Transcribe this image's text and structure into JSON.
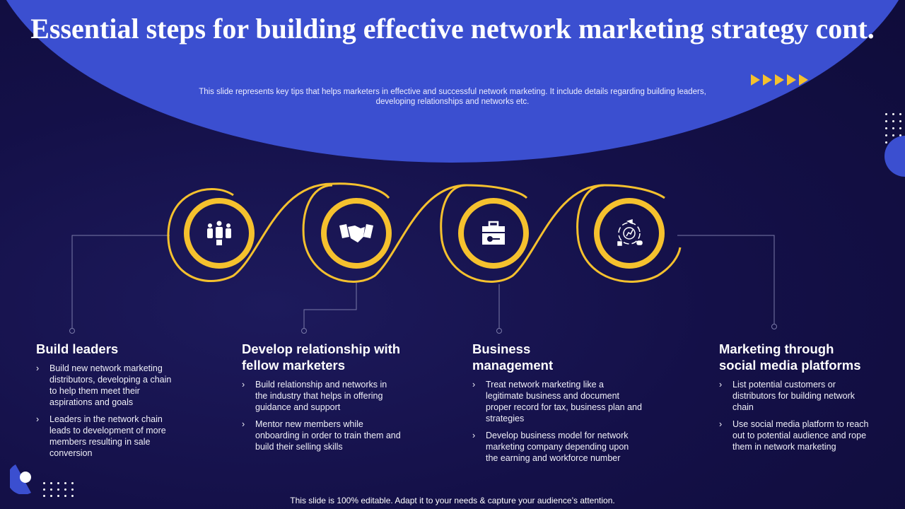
{
  "title": "Essential steps for building effective network marketing strategy cont.",
  "subtitle": "This slide represents key tips that helps marketers in effective and successful network marketing. It include details regarding building leaders, developing relationships and networks etc.",
  "colors": {
    "accent": "#f5c12e",
    "blue": "#3b4fd0",
    "bg": "#120f45"
  },
  "steps": [
    {
      "icon": "team-leader-icon",
      "title": "Build leaders",
      "bullets": [
        "Build new network marketing distributors, developing a chain to help them meet their aspirations and goals",
        "Leaders in the network chain leads to development of more members resulting in sale conversion"
      ]
    },
    {
      "icon": "handshake-icon",
      "title": "Develop relationship with fellow marketers",
      "bullets": [
        "Build relationship and networks in the industry that helps in offering guidance and support",
        "Mentor new members while onboarding in order to train them and build their selling skills"
      ]
    },
    {
      "icon": "toolbox-gear-icon",
      "title": "Business management",
      "bullets": [
        "Treat network marketing like a legitimate business and document proper record for tax, business plan and strategies",
        "Develop business model for network marketing company depending upon the earning and workforce number"
      ]
    },
    {
      "icon": "social-media-marketing-icon",
      "title": "Marketing through social media platforms",
      "bullets": [
        "List potential customers or distributors for building network chain",
        "Use social media platform to reach out to potential audience and rope them in network marketing"
      ]
    }
  ],
  "footer": "This slide is 100% editable. Adapt it to your needs & capture your audience’s attention."
}
